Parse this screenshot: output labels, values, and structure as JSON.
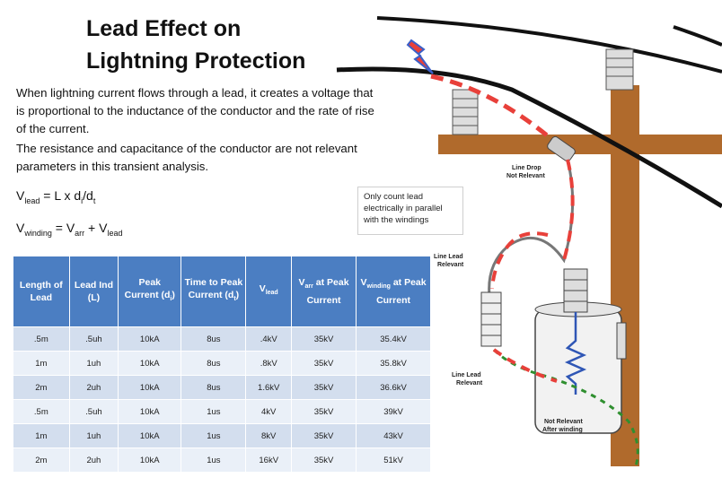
{
  "title_line1": "Lead Effect on",
  "title_line2": "Lightning Protection",
  "paragraph1": "When lightning current flows through a lead, it creates a voltage that is proportional to the inductance of the conductor and the rate of rise of the current.",
  "paragraph2": "The resistance and capacitance of the conductor are not relevant parameters in this transient analysis.",
  "eq1": {
    "v": "V",
    "v_sub": "lead",
    "mid": " = L x d",
    "i_sub": "i",
    "slash": "/d",
    "t_sub": "t"
  },
  "eq2": {
    "v": "V",
    "v_sub": "winding",
    "mid": " = V",
    "arr_sub": "arr",
    "plus": " + V",
    "lead_sub": "lead"
  },
  "note": "Only count lead electrically in parallel with the windings",
  "table": {
    "headers": {
      "length": "Length of Lead",
      "ind": "Lead Ind (L)",
      "peak_cur": "Peak Current (di)",
      "time": "Time to Peak Current (dt)",
      "vlead": "Vlead",
      "varr": "Varr at Peak Current",
      "vwind": "Vwinding at Peak Current"
    },
    "header_parts": {
      "peak_main": "Peak Current (d",
      "peak_sub": "i",
      "peak_end": ")",
      "time_main": "Time to Peak Current (d",
      "time_sub": "t",
      "time_end": ")",
      "vlead_v": "V",
      "vlead_sub": "lead",
      "varr_v": "V",
      "varr_sub": "arr",
      "varr_rest": " at Peak Current",
      "vwind_v": "V",
      "vwind_sub": "winding",
      "vwind_rest": " at Peak Current"
    },
    "rows": [
      [
        ".5m",
        ".5uh",
        "10kA",
        "8us",
        ".4kV",
        "35kV",
        "35.4kV"
      ],
      [
        "1m",
        "1uh",
        "10kA",
        "8us",
        ".8kV",
        "35kV",
        "35.8kV"
      ],
      [
        "2m",
        "2uh",
        "10kA",
        "8us",
        "1.6kV",
        "35kV",
        "36.6kV"
      ],
      [
        ".5m",
        ".5uh",
        "10kA",
        "1us",
        "4kV",
        "35kV",
        "39kV"
      ],
      [
        "1m",
        "1uh",
        "10kA",
        "1us",
        "8kV",
        "35kV",
        "43kV"
      ],
      [
        "2m",
        "2uh",
        "10kA",
        "1us",
        "16kV",
        "35kV",
        "51kV"
      ]
    ]
  },
  "diagram_labels": {
    "line_drop": "Line Drop",
    "line_drop_2": "Not Relevant",
    "line_lead_top": "Line Lead",
    "line_lead_top_2": "Relevant",
    "line_lead_bottom": "Line Lead",
    "line_lead_bottom_2": "Relevant",
    "not_relevant": "Not Relevant",
    "not_relevant_2": "After winding"
  },
  "colors": {
    "table_header": "#4b7ec2",
    "row_odd": "#d3deee",
    "row_even": "#eaf0f8",
    "pole": "#b06a2c",
    "current": "#e8403a"
  }
}
